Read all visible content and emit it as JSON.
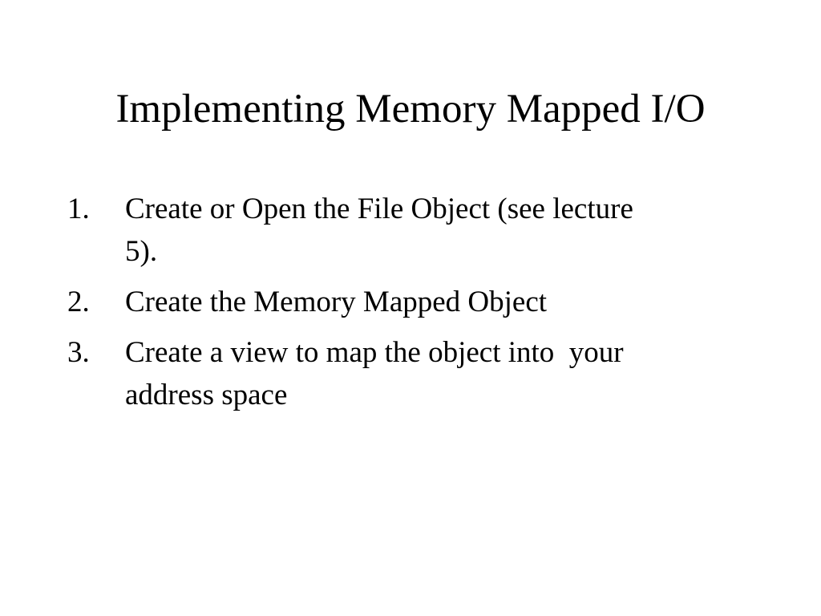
{
  "slide": {
    "title": "Implementing Memory Mapped I/O",
    "items": [
      {
        "number": "1.",
        "lines": [
          "Create or Open the File Object (see lecture",
          "5)."
        ]
      },
      {
        "number": "2.",
        "lines": [
          "Create the Memory Mapped Object"
        ]
      },
      {
        "number": "3.",
        "lines": [
          "Create a view to map the object into  your",
          "address space"
        ]
      }
    ]
  }
}
